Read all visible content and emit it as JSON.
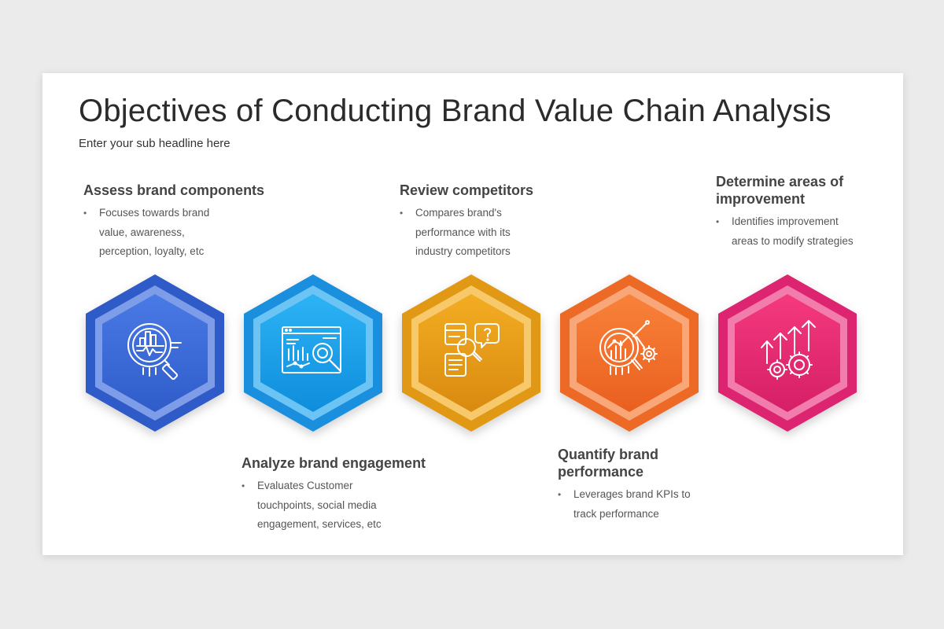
{
  "title": "Objectives of Conducting Brand Value Chain Analysis",
  "subtitle": "Enter your sub headline here",
  "items": [
    {
      "heading": "Assess brand components",
      "text": "Focuses towards brand value, awareness, perception, loyalty, etc",
      "icon": "magnifier-chart-icon",
      "color": "#3f6fd6"
    },
    {
      "heading": "Analyze brand engagement",
      "text": "Evaluates Customer touchpoints, social media engagement, services, etc",
      "icon": "dashboard-analysis-icon",
      "color": "#1ea7ee"
    },
    {
      "heading": "Review competitors",
      "text": "Compares brand's performance with its industry competitors",
      "icon": "compare-documents-icon",
      "color": "#eea51d"
    },
    {
      "heading": "Quantify brand performance",
      "text": "Leverages brand KPIs to track performance",
      "icon": "kpi-gear-icon",
      "color": "#f3752f"
    },
    {
      "heading": "Determine areas of improvement",
      "text": "Identifies improvement areas to modify strategies",
      "icon": "growth-gears-icon",
      "color": "#e9337a"
    }
  ]
}
